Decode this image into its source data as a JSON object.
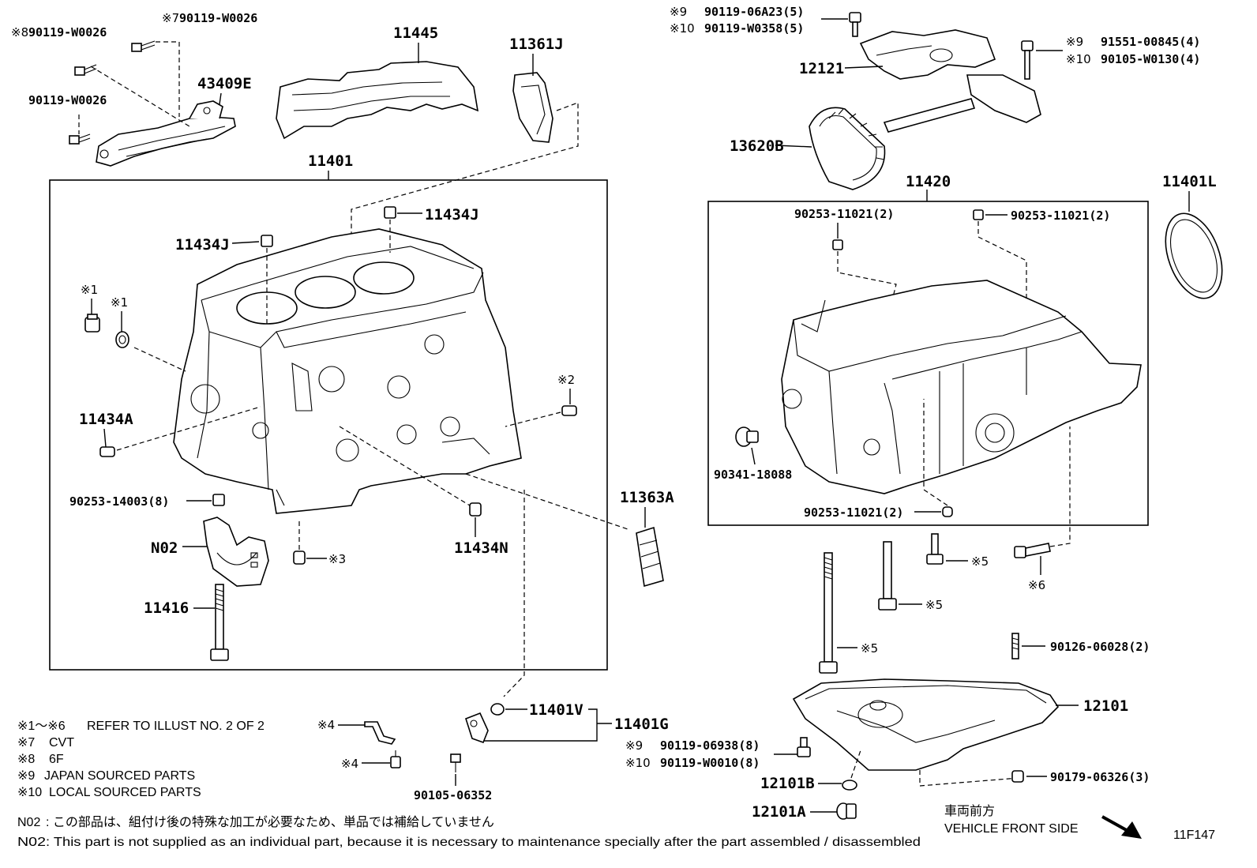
{
  "figure_id": "11F147",
  "groups": {
    "block": "11401",
    "crankcase": "11420"
  },
  "parts": {
    "p11445": "11445",
    "p11361J": "11361J",
    "p43409E": "43409E",
    "p11434J_a": "11434J",
    "p11434J_b": "11434J",
    "p11434A": "11434A",
    "p11434N": "11434N",
    "p11363A": "11363A",
    "pN02": "N02",
    "p11416": "11416",
    "p90253_14003": "90253-14003(8)",
    "p11401V": "11401V",
    "p11401G": "11401G",
    "p90105_06352": "90105-06352",
    "p12121": "12121",
    "p13620B": "13620B",
    "p11401L": "11401L",
    "p90253_11021_a": "90253-11021(2)",
    "p90253_11021_b": "90253-11021(2)",
    "p90253_11021_c": "90253-11021(2)",
    "p90341_18088": "90341-18088",
    "p90126_06028": "90126-06028(2)",
    "p12101": "12101",
    "p12101B": "12101B",
    "p12101A": "12101A",
    "p90179_06326": "90179-06326(3)",
    "p90119_W0026": "90119-W0026"
  },
  "marked_parts": {
    "m8_90119": {
      "mark": "※8",
      "num": "90119-W0026"
    },
    "m7_90119": {
      "mark": "※7",
      "num": "90119-W0026"
    },
    "m9_top": {
      "mark": "※9",
      "num": "90119-06A23(5)"
    },
    "m10_top": {
      "mark": "※10",
      "num": "90119-W0358(5)"
    },
    "m9_right": {
      "mark": "※9",
      "num": "91551-00845(4)"
    },
    "m10_right": {
      "mark": "※10",
      "num": "90105-W0130(4)"
    },
    "m9_pan": {
      "mark": "※9",
      "num": "90119-06938(8)"
    },
    "m10_pan": {
      "mark": "※10",
      "num": "90119-W0010(8)"
    }
  },
  "ref_marks": {
    "r1a": "※1",
    "r1b": "※1",
    "r2": "※2",
    "r3": "※3",
    "r4a": "※4",
    "r4b": "※4",
    "r5a": "※5",
    "r5b": "※5",
    "r5c": "※5",
    "r6": "※6"
  },
  "legend": [
    {
      "mark": "※1～※6",
      "text": "REFER TO ILLUST NO. 2 OF 2"
    },
    {
      "mark": "※7",
      "text": "CVT"
    },
    {
      "mark": "※8",
      "text": "6F"
    },
    {
      "mark": "※9",
      "text": "JAPAN SOURCED PARTS"
    },
    {
      "mark": "※10",
      "text": "LOCAL SOURCED PARTS"
    }
  ],
  "notes": [
    {
      "key": "N02",
      "text": ": この部品は、組付け後の特殊な加工が必要なため、単品では補給していません"
    },
    {
      "key": "N02",
      "text": ": This part is not supplied as an individual part, because it is necessary to maintenance specially after the part assembled / disassembled"
    }
  ],
  "direction": {
    "jp": "車両前方",
    "en": "VEHICLE FRONT SIDE"
  }
}
